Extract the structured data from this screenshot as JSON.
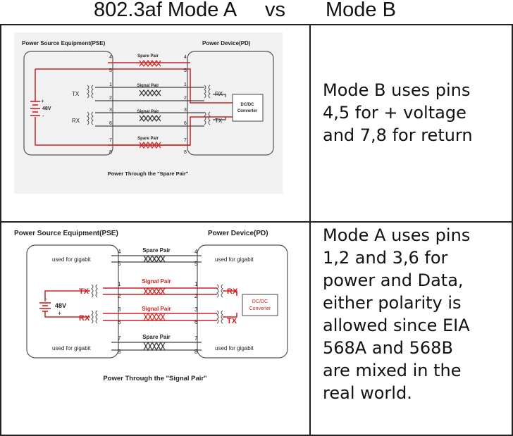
{
  "title": {
    "part1": "802.3af Mode A",
    "part2": "vs",
    "part3": "Mode B"
  },
  "row_b": {
    "description": "Mode B uses pins\n4,5 for + voltage\nand 7,8 for return",
    "diagram": {
      "pse_label": "Power Source Equipment(PSE)",
      "pd_label": "Power Device(PD)",
      "pairs": [
        "Spare Pair",
        "Signal Pair",
        "Signal Pair",
        "Spare Pair"
      ],
      "pins": [
        "4",
        "5",
        "1",
        "2",
        "3",
        "6",
        "7",
        "8"
      ],
      "tx": "TX",
      "rx": "RX",
      "voltage": "48V",
      "plus": "+",
      "minus": "-",
      "dcdc": "DC/DC",
      "converter": "Converter",
      "caption": "Power Through the \"Spare Pair\""
    }
  },
  "row_a": {
    "description": "Mode A uses pins\n1,2 and 3,6 for\npower and Data,\neither polarity is\nallowed since EIA\n568A and 568B\nare mixed in the\nreal world.",
    "diagram": {
      "pse_label": "Power Source Equipment(PSE)",
      "pd_label": "Power Device(PD)",
      "pairs": [
        "Spare Pair",
        "Signal Pair",
        "Signal Pair",
        "Spare Pair"
      ],
      "pins": [
        "4",
        "5",
        "1",
        "2",
        "3",
        "6",
        "7",
        "8"
      ],
      "gigabit": "used for gigabit",
      "tx": "TX",
      "rx": "RX",
      "voltage": "48V",
      "plus": "+",
      "minus": "-",
      "dcdc": "DC/DC",
      "converter": "Converter",
      "caption": "Power Through the \"Signal Pair\""
    }
  },
  "colors": {
    "red": "#cc2222",
    "line": "#444444",
    "border": "#222222"
  }
}
